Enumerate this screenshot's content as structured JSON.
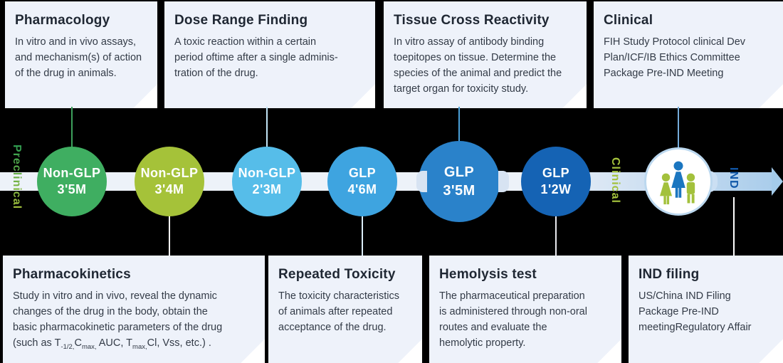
{
  "top_cards": [
    {
      "title": "Pharmacology",
      "body": "In vitro and in vivo assays,\nand mechanism(s) of action\nof the drug in animals."
    },
    {
      "title": "Dose Range Finding",
      "body": "A toxic reaction within a certain\nperiod oftime after a single adminis-\ntration of the drug."
    },
    {
      "title": "Tissue Cross Reactivity",
      "body": "In vitro assay of antibody binding\ntoepitopes on tissue. Determine the\nspecies of the animal and predict the\ntarget organ for toxicity study."
    },
    {
      "title": "Clinical",
      "body": "FIH Study Protocol clinical Dev\nPlan/ICF/IB Ethics Committee\nPackage Pre-IND Meeting"
    }
  ],
  "bottom_cards": [
    {
      "title": "Pharmacokinetics",
      "body": "Study in vitro and in vivo, reveal the dynamic\nchanges of the drug in the body, obtain the\nbasic pharmacokinetic parameters of the drug",
      "body_rich": [
        {
          "t": "(such as T"
        },
        {
          "s": "-1/2,"
        },
        {
          "t": "C"
        },
        {
          "s": "max,"
        },
        {
          "t": " AUC, T"
        },
        {
          "s": "max,"
        },
        {
          "t": "Cl, Vss, etc.) ."
        }
      ]
    },
    {
      "title": "Repeated Toxicity",
      "body": "The toxicity characteristics\nof animals after repeated\nacceptance of the drug."
    },
    {
      "title": "Hemolysis test",
      "body": "The pharmaceutical preparation\nis administered through non-oral\nroutes and evaluate the\nhemolytic property."
    },
    {
      "title": "IND filing",
      "body": "US/China IND Filing\nPackage Pre-IND\nmeetingRegulatory Affair"
    }
  ],
  "timeline": {
    "phases": {
      "preclinical": "Preclinical",
      "clinical": "Clinical",
      "ind": "IND"
    },
    "stages": [
      {
        "type": "Non-GLP",
        "duration": "3'5M",
        "color": "#3fae61"
      },
      {
        "type": "Non-GLP",
        "duration": "3'4M",
        "color": "#a5c239"
      },
      {
        "type": "Non-GLP",
        "duration": "2'3M",
        "color": "#56bde9"
      },
      {
        "type": "GLP",
        "duration": "4'6M",
        "color": "#3ea4e0"
      },
      {
        "type": "GLP",
        "duration": "3'5M",
        "color": "#2a82ca"
      },
      {
        "type": "GLP",
        "duration": "1'2W",
        "color": "#1563b4"
      }
    ],
    "people_icon": "patients-group-icon",
    "colors": {
      "band_light": "#edf2f9",
      "band_blue": "#aacdeb",
      "band_cap": "#d7e3f2",
      "preclinical_gradient_top": "#2f9e52",
      "preclinical_gradient_bottom": "#a6c23c",
      "clinical_label": "#a3c13c",
      "ind_label": "#1158a9",
      "people_blue": "#1b76c0",
      "people_green": "#a3c13c",
      "card_background": "#eef2fa"
    }
  }
}
